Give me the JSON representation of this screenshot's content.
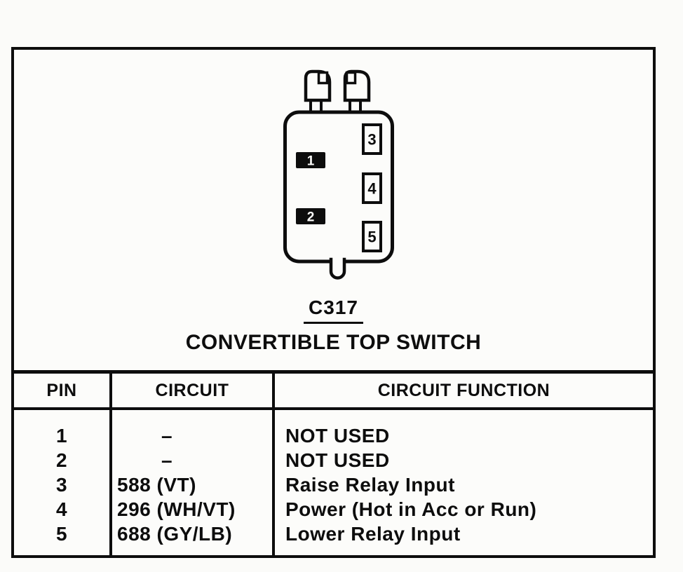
{
  "connector": {
    "id": "C317",
    "name": "CONVERTIBLE TOP SWITCH",
    "cavities": [
      "1",
      "2",
      "3",
      "4",
      "5"
    ]
  },
  "table": {
    "headers": [
      "PIN",
      "CIRCUIT",
      "CIRCUIT FUNCTION"
    ],
    "rows": [
      {
        "pin": "1",
        "circuit": "–",
        "function": "NOT USED"
      },
      {
        "pin": "2",
        "circuit": "–",
        "function": "NOT USED"
      },
      {
        "pin": "3",
        "circuit": "588 (VT)",
        "function": "Raise Relay Input"
      },
      {
        "pin": "4",
        "circuit": "296 (WH/VT)",
        "function": "Power (Hot in Acc or Run)"
      },
      {
        "pin": "5",
        "circuit": "688 (GY/LB)",
        "function": "Lower Relay Input"
      }
    ]
  },
  "colors": {
    "ink": "#0d0d0d",
    "paper": "#fcfcfa"
  }
}
